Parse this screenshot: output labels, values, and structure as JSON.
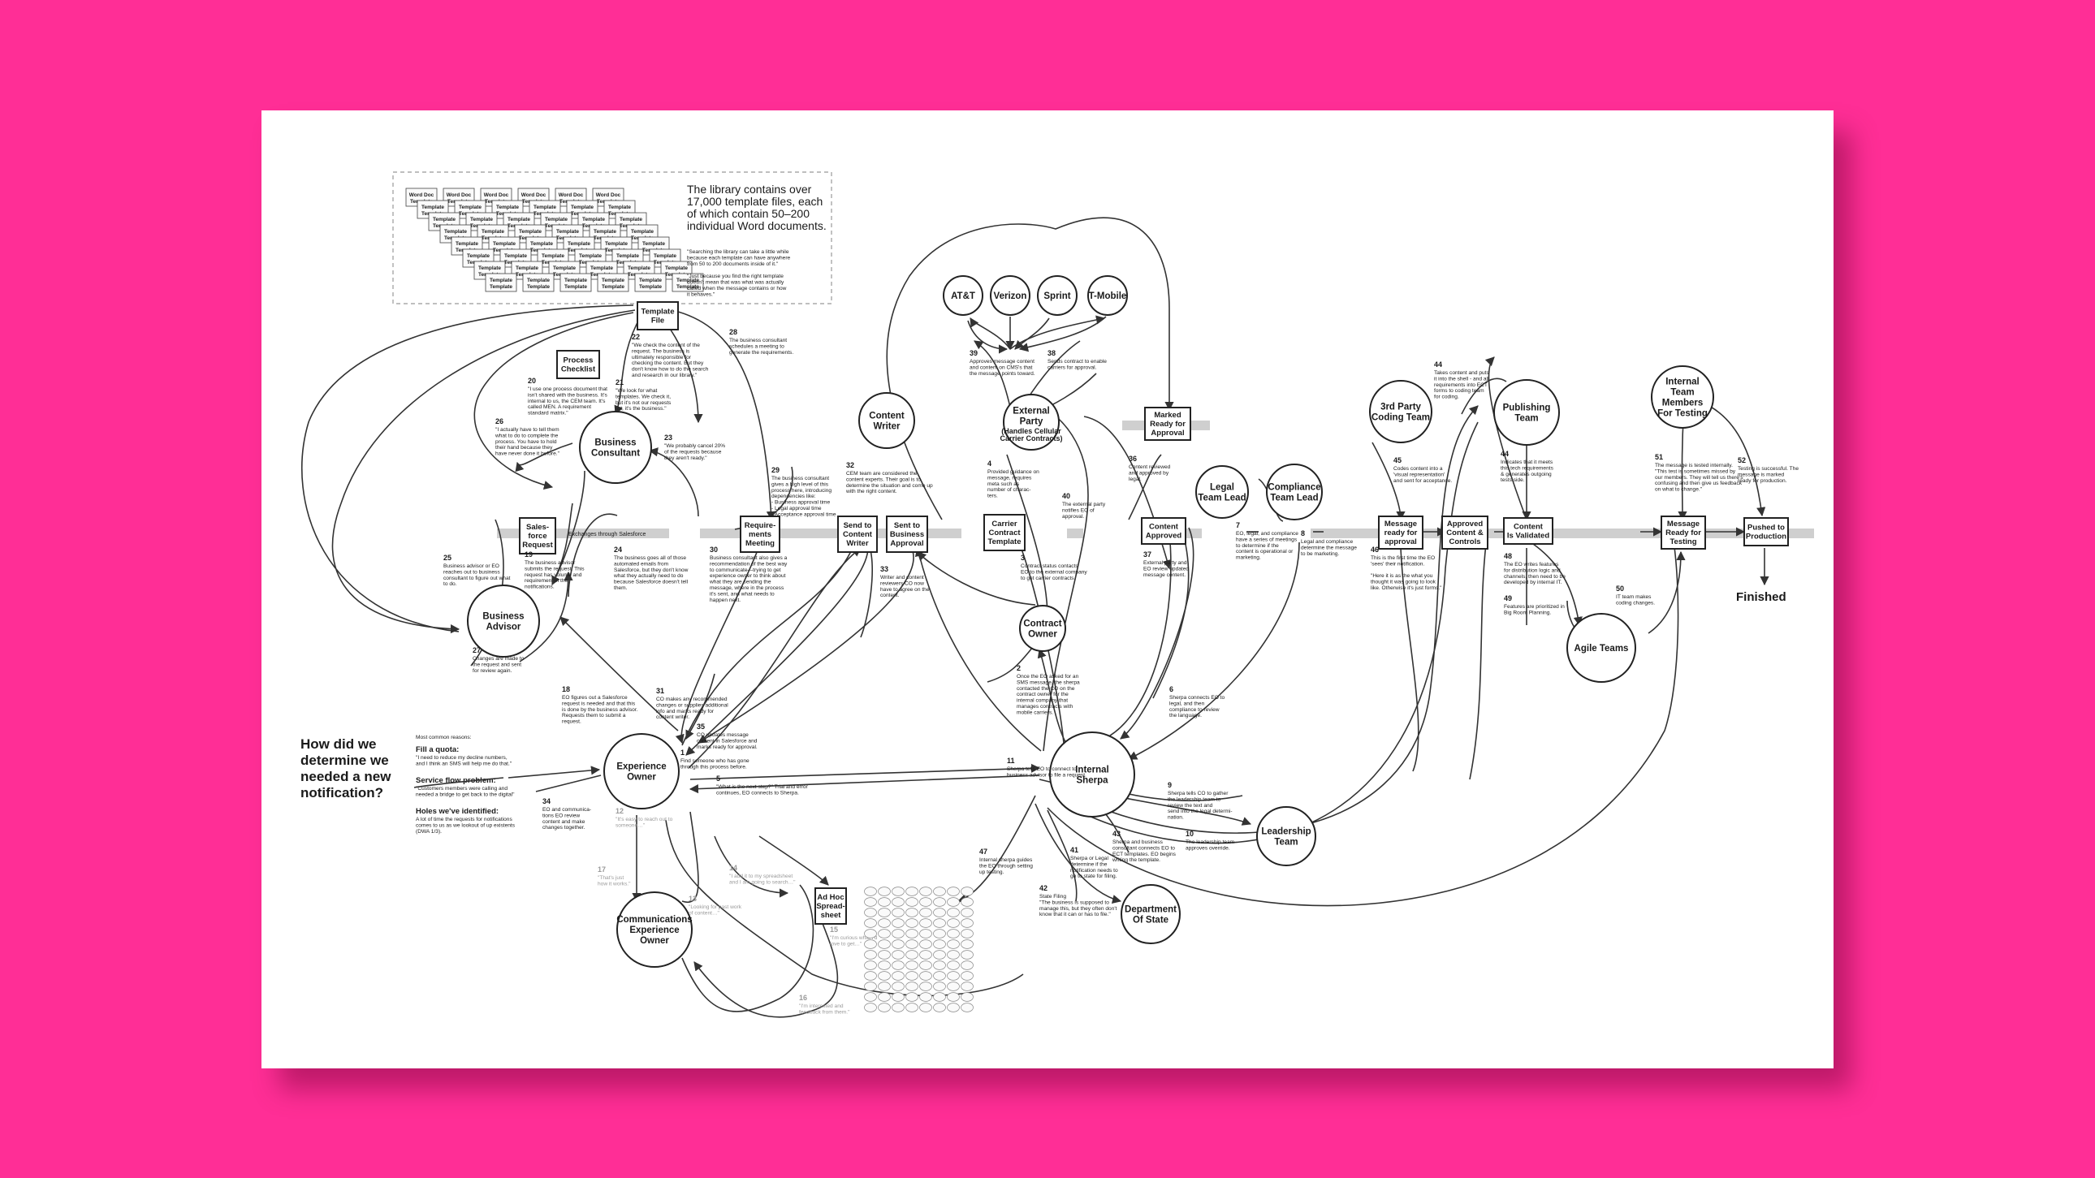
{
  "library": {
    "title": [
      "The library contains over",
      "17,000 template files, each",
      "of which contain 50–200",
      "individual Word documents."
    ],
    "note": [
      "\"Searching the library can take a little while",
      "because each template can have anywhere",
      "from 50 to 200 documents inside of it.\"",
      "",
      "\"Just because you find the right template",
      "doesn't mean that was what was actually",
      "called when the message contains or how",
      "it behaves.\""
    ],
    "tile_labels": [
      "Word Doc",
      "Template",
      "Template"
    ]
  },
  "question": [
    "How did we",
    "determine we",
    "needed a new",
    "notification?"
  ],
  "reasons": {
    "heading": "Most common reasons:",
    "items": [
      {
        "title": "Fill a quota:",
        "text": [
          "\"I need to reduce my decline numbers,",
          "and I think an SMS will help me do that.\""
        ]
      },
      {
        "title": "Service flow problem:",
        "text": [
          "\"Customers members were calling and",
          "needed a bridge to get back to the digital\""
        ]
      },
      {
        "title": "Holes we've identified:",
        "text": [
          "A lot of time the requests for notifications",
          "comes to us as we lookout of up existents",
          "(DWA 1/3)."
        ]
      }
    ]
  },
  "nodes": {
    "business_consultant": [
      "Business",
      "Consultant"
    ],
    "business_advisor": [
      "Business",
      "Advisor"
    ],
    "experience_owner": [
      "Experience",
      "Owner"
    ],
    "comms_owner": [
      "Communications",
      "Experience",
      "Owner"
    ],
    "content_writer": [
      "Content",
      "Writer"
    ],
    "external_party": [
      "External",
      "Party"
    ],
    "external_party_sub": [
      "(Handles Cellular",
      "Carrier Contracts)"
    ],
    "contract_owner": [
      "Contract",
      "Owner"
    ],
    "internal_sherpa": [
      "Internal",
      "Sherpa"
    ],
    "legal_lead": [
      "Legal",
      "Team Lead"
    ],
    "compliance_lead": [
      "Compliance",
      "Team Lead"
    ],
    "leadership_team": [
      "Leadership",
      "Team"
    ],
    "dept_state": [
      "Department",
      "Of State"
    ],
    "third_party": [
      "3rd Party",
      "Coding Team"
    ],
    "publishing_team": [
      "Publishing",
      "Team"
    ],
    "agile_teams": [
      "Agile Teams"
    ],
    "internal_testing": [
      "Internal",
      "Team",
      "Members",
      "For Testing"
    ],
    "att": [
      "AT&T"
    ],
    "verizon": [
      "Verizon"
    ],
    "sprint": [
      "Sprint"
    ],
    "tmobile": [
      "T-Mobile"
    ]
  },
  "boxes": {
    "template_file": [
      "Template",
      "File"
    ],
    "process_checklist": [
      "Process",
      "Checklist"
    ],
    "salesforce_request": [
      "Sales-",
      "force",
      "Request"
    ],
    "requirements_meeting": [
      "Require-",
      "ments",
      "Meeting"
    ],
    "send_to_writer": [
      "Send to",
      "Content",
      "Writer"
    ],
    "sent_to_approval": [
      "Sent to",
      "Business",
      "Approval"
    ],
    "carrier_template": [
      "Carrier",
      "Contract",
      "Template"
    ],
    "marked_ready": [
      "Marked",
      "Ready for",
      "Approval"
    ],
    "content_approved": [
      "Content",
      "Approved"
    ],
    "message_ready_approval": [
      "Message",
      "ready for",
      "approval"
    ],
    "approved_content": [
      "Approved",
      "Content &",
      "Controls"
    ],
    "content_validated": [
      "Content",
      "Is Validated"
    ],
    "ready_testing": [
      "Message",
      "Ready for",
      "Testing"
    ],
    "pushed_production": [
      "Pushed to",
      "Production"
    ],
    "adhoc_spreadsheet": [
      "Ad Hoc",
      "Spread-",
      "sheet"
    ]
  },
  "finished": "Finished",
  "lane_label": "Exchanges through Salesforce",
  "steps": [
    {
      "n": "1",
      "text": [
        "Find someone who has gone",
        "through this process before."
      ]
    },
    {
      "n": "2",
      "text": [
        "Once the EO asked for an",
        "SMS message, the sherpa",
        "contacted the CO on the",
        "contract owner for the",
        "internal company that",
        "manages contracts with",
        "mobile carriers."
      ]
    },
    {
      "n": "3",
      "text": [
        "Contract status contacts",
        "EO to the external company",
        "to get carrier contracts."
      ]
    },
    {
      "n": "4",
      "text": [
        "Provided guidance on",
        "message, requires",
        "meta such as",
        "number of charac-",
        "ters."
      ]
    },
    {
      "n": "5",
      "text": [
        "\"What is the next step?\" Trial and error",
        "continues, EO connects to Sherpa."
      ]
    },
    {
      "n": "6",
      "text": [
        "Sherpa connects EO to",
        "legal, and then",
        "compliance to review",
        "the language."
      ]
    },
    {
      "n": "7",
      "text": [
        "EO, legal, and compliance",
        "have a series of meetings",
        "to determine if the",
        "content is operational or",
        "marketing."
      ]
    },
    {
      "n": "8",
      "text": [
        "Legal and compliance",
        "determine the message",
        "to be marketing."
      ]
    },
    {
      "n": "9",
      "text": [
        "Sherpa tells CO to gather",
        "the leadership team to",
        "review the text and",
        "send into the legal determi-",
        "nation."
      ]
    },
    {
      "n": "10",
      "text": [
        "The leadership team",
        "approves override."
      ]
    },
    {
      "n": "11",
      "text": [
        "Sherpa tells EO to connect to",
        "business advisor to file a request."
      ]
    },
    {
      "n": "12",
      "text": [
        "\"It's easy to reach out to",
        "someone…\""
      ],
      "faded": true
    },
    {
      "n": "13",
      "text": [
        "\"Looking for past work",
        "of content…\""
      ],
      "faded": true
    },
    {
      "n": "14",
      "text": [
        "\"I add it to my spreadsheet",
        "and I am going to search…\""
      ],
      "faded": true
    },
    {
      "n": "15",
      "text": [
        "\"I'm curious what I'd",
        "love to get…\""
      ],
      "faded": true
    },
    {
      "n": "16",
      "text": [
        "\"I'm interested and",
        "feedback from them.\""
      ],
      "faded": true
    },
    {
      "n": "17",
      "text": [
        "\"That's just",
        "how it works.\""
      ],
      "faded": true
    },
    {
      "n": "18",
      "text": [
        "EO figures out a Salesforce",
        "request is needed and that this",
        "is done by the business advisor.",
        "Requests them to submit a",
        "request."
      ]
    },
    {
      "n": "19",
      "text": [
        "The business advisor",
        "submits the request. This",
        "request has volume and",
        "requirement in the",
        "notifications."
      ]
    },
    {
      "n": "20",
      "text": [
        "\"I use one process document that",
        "isn't shared with the business. It's",
        "internal to us, the CEM team. It's",
        "called MEN. A requirement",
        "standard matrix.\""
      ]
    },
    {
      "n": "21",
      "text": [
        "\"We look for what",
        "templates. We check it,",
        "but it's not our requests",
        "list, it's the business.\""
      ]
    },
    {
      "n": "22",
      "text": [
        "\"We check the content of the",
        "request. The business is",
        "ultimately responsible for",
        "checking the content. But they",
        "don't know how to do the search",
        "and research in our library.\""
      ]
    },
    {
      "n": "23",
      "text": [
        "\"We probably cancel 20%",
        "of the requests because",
        "they aren't ready.\""
      ]
    },
    {
      "n": "24",
      "text": [
        "The business goes all of those",
        "automated emails from",
        "Salesforce, but they don't know",
        "what they actually need to do",
        "because Salesforce doesn't tell",
        "them."
      ]
    },
    {
      "n": "25",
      "text": [
        "Business advisor or EO",
        "reaches out to business",
        "consultant to figure out what",
        "to do."
      ]
    },
    {
      "n": "26",
      "text": [
        "\"I actually have to tell them",
        "what to do to complete the",
        "process. You have to hold",
        "their hand because they",
        "have never done it before.\""
      ]
    },
    {
      "n": "27",
      "text": [
        "Changes are made to",
        "the request and sent",
        "for review again."
      ]
    },
    {
      "n": "28",
      "text": [
        "The business consultant",
        "schedules a meeting to",
        "generate the requirements."
      ]
    },
    {
      "n": "29",
      "text": [
        "The business consultant",
        "gives a high level of this",
        "process here, introducing",
        "dependencies like:",
        "- Business approval time",
        "- Legal approval time",
        "- Acceptance approval time"
      ]
    },
    {
      "n": "30",
      "text": [
        "Business consultant also gives a",
        "recommendation of the best way",
        "to communicate—trying to get",
        "experience owner to think about",
        "what they are sending the",
        "message, where in the process",
        "it's sent, and what needs to",
        "happen next."
      ]
    },
    {
      "n": "31",
      "text": [
        "CO makes any recommended",
        "changes or supplies additional",
        "info and marks ready for",
        "content writer."
      ]
    },
    {
      "n": "32",
      "text": [
        "CEM team are considered the",
        "content experts. Their goal is to",
        "determine the situation and come up",
        "with the right content."
      ]
    },
    {
      "n": "33",
      "text": [
        "Writer and content",
        "reviewers CO now",
        "have to agree on the",
        "content."
      ]
    },
    {
      "n": "34",
      "text": [
        "EO and communica-",
        "tions EO review",
        "content and make",
        "changes together."
      ]
    },
    {
      "n": "35",
      "text": [
        "CO updates message",
        "content in Salesforce and",
        "marks ready for approval."
      ]
    },
    {
      "n": "36",
      "text": [
        "Content reviewed",
        "and approved by",
        "legal."
      ]
    },
    {
      "n": "37",
      "text": [
        "External party and",
        "EO review updated",
        "message content."
      ]
    },
    {
      "n": "38",
      "text": [
        "Sends contract to enable",
        "carriers for approval."
      ]
    },
    {
      "n": "39",
      "text": [
        "Approves message content",
        "and content on CMS's that",
        "the message points toward."
      ]
    },
    {
      "n": "40",
      "text": [
        "The external party",
        "notifies EO of",
        "approval."
      ]
    },
    {
      "n": "41",
      "text": [
        "Sherpa or Legal",
        "determine if the",
        "notification needs to",
        "go to state for filing."
      ]
    },
    {
      "n": "42",
      "text": [
        "State Filing",
        "\"The business is supposed to",
        "manage this, but they often don't",
        "know that it can or has to file.\""
      ]
    },
    {
      "n": "43",
      "text": [
        "Sherpa and business",
        "consultant connects EO to",
        "ECT templates. EO begins",
        "writing the template."
      ]
    },
    {
      "n": "44",
      "text": [
        "Takes content and puts",
        "it into the shell - and all",
        "requirements into ECT",
        "forms to coding team",
        "for coding."
      ]
    },
    {
      "n": "44",
      "text": [
        "Indicates that it meets",
        "this tech requirements",
        "& generates outgoing",
        "tests side."
      ]
    },
    {
      "n": "45",
      "text": [
        "Codes content into a",
        "'visual representation'",
        "and sent for acceptance."
      ]
    },
    {
      "n": "46",
      "text": [
        "This is the first time the EO",
        "'sees' their notification.",
        "",
        "\"Here it is as the what you",
        "thought it was going to look",
        "like. Otherwise it's just forms.\""
      ]
    },
    {
      "n": "47",
      "text": [
        "Internal sherpa guides",
        "the EO through setting",
        "up testing."
      ]
    },
    {
      "n": "48",
      "text": [
        "The EO writes features",
        "for distribution logic and",
        "channels, then need to be",
        "developed by internal IT."
      ]
    },
    {
      "n": "49",
      "text": [
        "Features are prioritized in",
        "Big Room Planning."
      ]
    },
    {
      "n": "50",
      "text": [
        "IT team makes",
        "coding changes."
      ]
    },
    {
      "n": "51",
      "text": [
        "The message is tested internally.",
        "\"This test is sometimes missed by",
        "our members. They will tell us there's",
        "confusing and then give us feedback",
        "on what to change.\""
      ]
    },
    {
      "n": "52",
      "text": [
        "Testing is successful. The",
        "message is marked",
        "ready for production."
      ]
    }
  ]
}
